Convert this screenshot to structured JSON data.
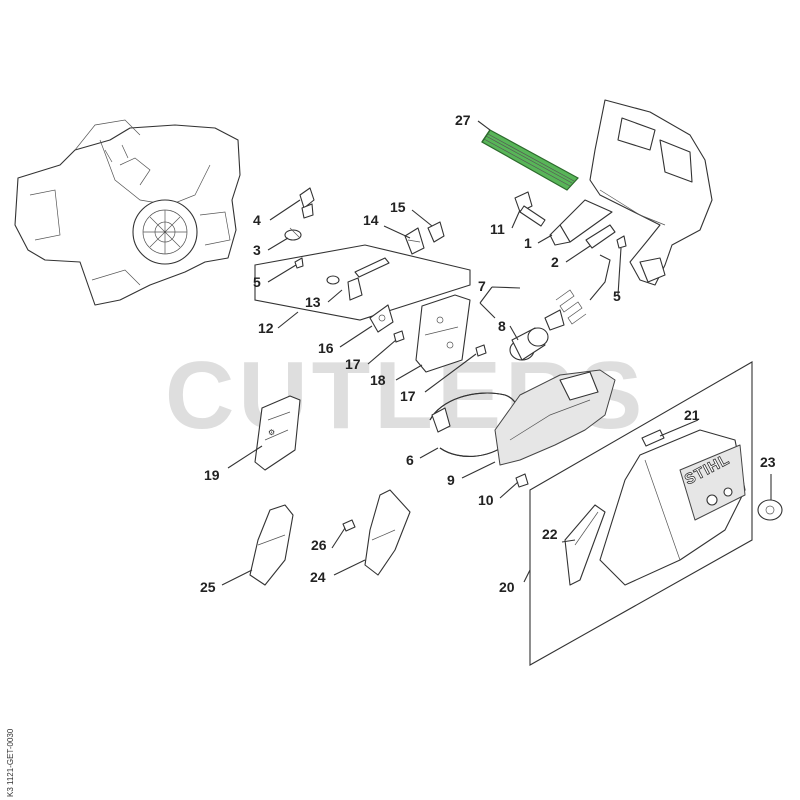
{
  "watermark": "CUTLERS",
  "brand_text": "STIHL",
  "drawing_code": "1121-GET-0030",
  "drawing_code_suffix": "K3",
  "highlight_color": "#58b558",
  "callouts": {
    "p1": "1",
    "p2": "2",
    "p3": "3",
    "p4": "4",
    "p5a": "5",
    "p5b": "5",
    "p6": "6",
    "p7": "7",
    "p8": "8",
    "p9": "9",
    "p10": "10",
    "p11": "11",
    "p12": "12",
    "p13": "13",
    "p14": "14",
    "p15": "15",
    "p16": "16",
    "p17a": "17",
    "p17b": "17",
    "p18": "18",
    "p19": "19",
    "p20": "20",
    "p21": "21",
    "p22": "22",
    "p23": "23",
    "p24": "24",
    "p25": "25",
    "p26": "26",
    "p27": "27"
  }
}
